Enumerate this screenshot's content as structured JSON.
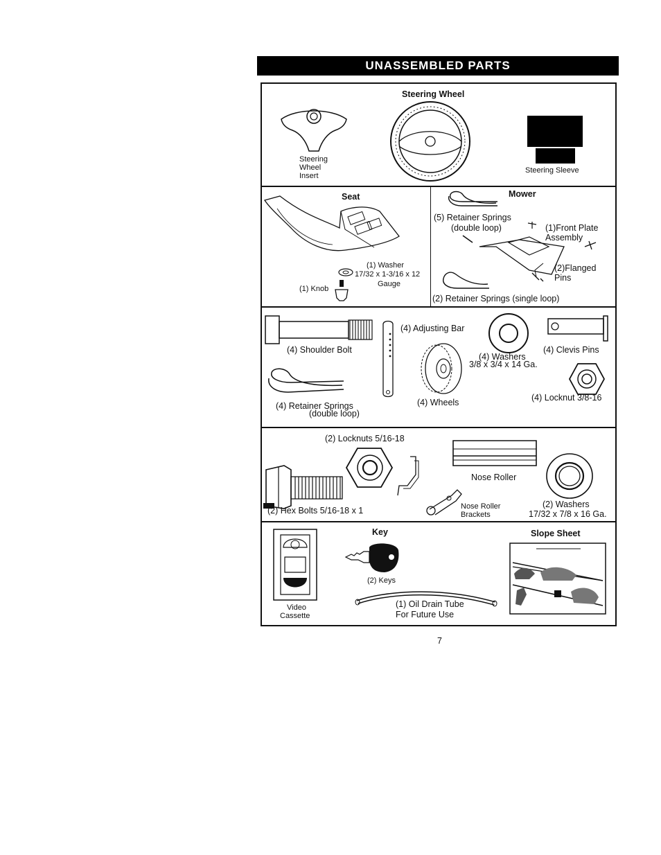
{
  "banner": {
    "title": "UNASSEMBLED PARTS"
  },
  "row1": {
    "steering_wheel_title": "Steering Wheel",
    "insert_label": [
      "Steering",
      "Wheel",
      "Insert"
    ],
    "sleeve_label": "Steering Sleeve"
  },
  "row2": {
    "seat_title": "Seat",
    "washer_line1": "(1) Washer",
    "washer_line2": "17/32 x 1-3/16 x 12",
    "washer_line3": "Gauge",
    "knob": "(1) Knob",
    "mower_title": "Mower",
    "retainer_double_line1": "(5)  Retainer Springs",
    "retainer_double_line2": "(double loop)",
    "front_plate_line1": "(1)Front Plate",
    "front_plate_line2": "Assembly",
    "flanged_line1": "(2)Flanged",
    "flanged_line2": "Pins",
    "retainer_single": "(2)  Retainer Springs (single loop)"
  },
  "row3": {
    "shoulder_bolt": "(4) Shoulder Bolt",
    "adjusting_bar": "(4) Adjusting Bar",
    "washers_line1": "(4) Washers",
    "washers_line2": "3/8 x 3/4 x 14 Ga.",
    "clevis_pins": "(4) Clevis Pins",
    "retainer_line1": "(4)  Retainer Springs",
    "retainer_line2": "(double loop)",
    "wheels": "(4) Wheels",
    "locknut": "(4) Locknut  3/8-16"
  },
  "row4": {
    "locknuts": "(2) Locknuts  5/16-18",
    "nose_roller": "Nose Roller",
    "hex_bolts": "(2) Hex Bolts  5/16-18 x 1",
    "brackets_line1": "Nose Roller",
    "brackets_line2": "Brackets",
    "washers_line1": "(2) Washers",
    "washers_line2": "17/32 x 7/8 x 16 Ga."
  },
  "row5": {
    "key_title": "Key",
    "keys": "(2) Keys",
    "slope_title": "Slope Sheet",
    "video_line1": "Video",
    "video_line2": "Cassette",
    "tube_line1": "(1) Oil Drain Tube",
    "tube_line2": "For Future Use"
  },
  "page_number": "7"
}
